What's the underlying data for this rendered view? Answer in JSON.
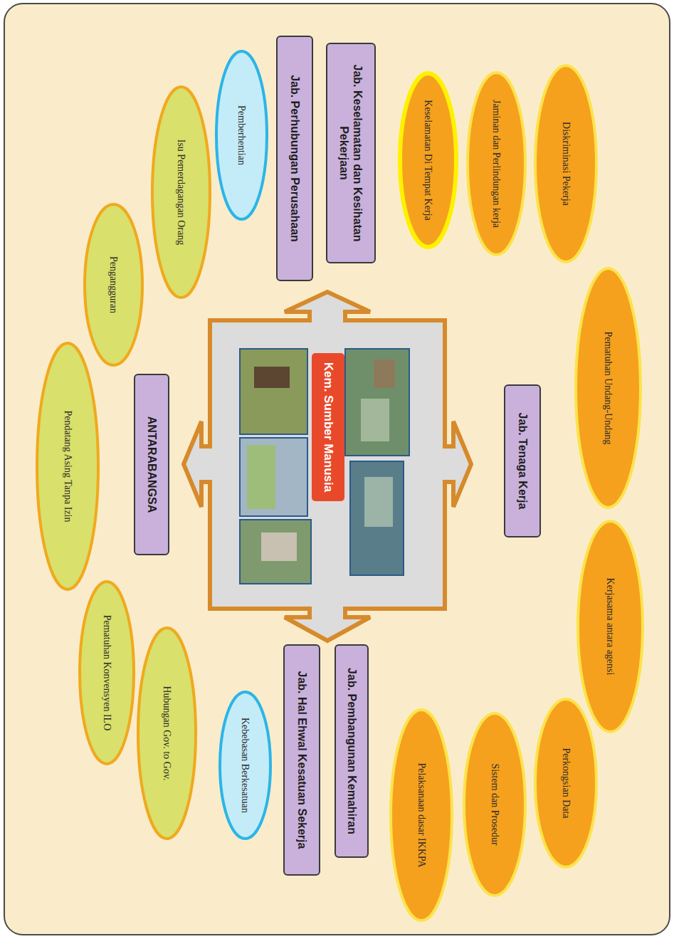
{
  "diagram": {
    "nodes": [
      {
        "text": [
          "Kem. Sumber Manusia"
        ]
      },
      {
        "text": [
          "Jab. Tenaga Kerja"
        ]
      },
      {
        "text": [
          "Jab. Keselamatan dan Kesihatan Pekerjaan"
        ]
      },
      {
        "text": [
          "Jab. Perhubungan Perusahaan"
        ]
      },
      {
        "text": [
          "Jab. Pembangunan Kemahiran"
        ]
      },
      {
        "text": [
          "Jab. Hal Ehwal Kesatuan Sekerja"
        ]
      },
      {
        "text": [
          "ANTARABANGSA"
        ]
      },
      {
        "text": [
          "Diskriminasi Pekerja"
        ]
      },
      {
        "text": [
          "Jaminan dan Perlindungan kerja"
        ]
      },
      {
        "text": [
          "Keselamatan Di Tempat Kerja"
        ]
      },
      {
        "text": [
          "Pematuhan Undang-Undang"
        ]
      },
      {
        "text": [
          "Kerjasama antara agensi"
        ]
      },
      {
        "text": [
          "Perkongsian Data"
        ]
      },
      {
        "text": [
          "Sistem dan Prosedur"
        ]
      },
      {
        "text": [
          "Pelaksanaan dasar IKKPA"
        ]
      },
      {
        "text": [
          "Pemberhentian"
        ]
      },
      {
        "text": [
          "Isu Pemerdagangan Orang"
        ]
      },
      {
        "text": [
          "Pengangguran"
        ]
      },
      {
        "text": [
          "Pendatang Asing Tanpa Izin"
        ]
      },
      {
        "text": [
          "Pematuhan Konvensyen ILO"
        ]
      },
      {
        "text": [
          "Hubungan Gov. to Gov."
        ]
      },
      {
        "text": [
          "Kebebasan Berkesatuan"
        ]
      }
    ]
  }
}
